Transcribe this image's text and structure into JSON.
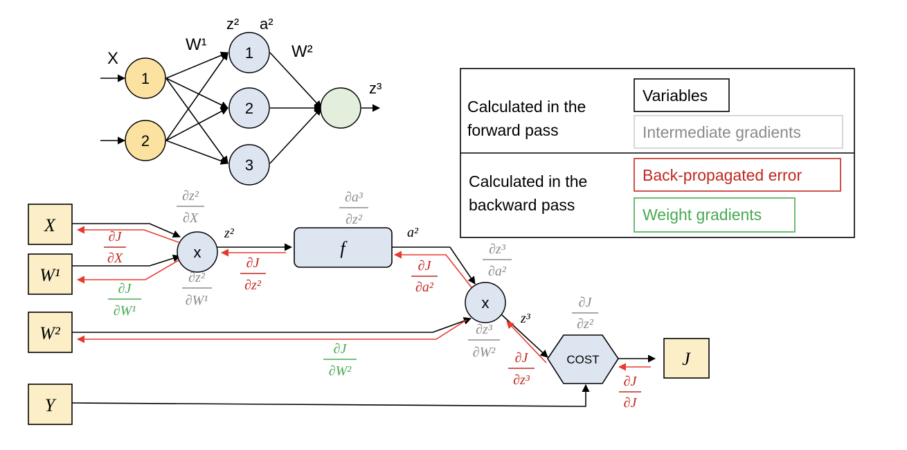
{
  "colors": {
    "yellow_node": "#fbe2a0",
    "blue_node": "#dde5f1",
    "green_node": "#e3eedd",
    "input_box": "#fcefc7",
    "black": "#000000",
    "gray": "#8a8a8a",
    "red": "#c0271f",
    "green": "#48a953",
    "arrow_red": "#e8392c"
  },
  "network": {
    "x_label": "X",
    "w1_label": "W¹",
    "w2_label": "W²",
    "z2_label": "z²",
    "a2_label": "a²",
    "z3_label": "z³",
    "input_nodes": [
      "1",
      "2"
    ],
    "hidden_nodes": [
      "1",
      "2",
      "3"
    ]
  },
  "legend": {
    "forward_label_line1": "Calculated in the",
    "forward_label_line2": "forward pass",
    "backward_label_line1": "Calculated in the",
    "backward_label_line2": "backward pass",
    "variables": "Variables",
    "intermediate": "Intermediate gradients",
    "backprop_error": "Back-propagated error",
    "weight_gradients": "Weight gradients"
  },
  "graph": {
    "inputs": {
      "x": "X",
      "w1": "W¹",
      "w2": "W²",
      "y": "Y",
      "j": "J"
    },
    "mult_symbol": "x",
    "f_label": "f",
    "cost_label": "COST",
    "vars": {
      "z2": "z²",
      "a2": "a²",
      "z3": "z³"
    },
    "fractions": {
      "dz2_dX": {
        "num": "∂z²",
        "den": "∂X"
      },
      "dz2_dW1": {
        "num": "∂z²",
        "den": "∂W¹"
      },
      "da3_dz2": {
        "num": "∂a³",
        "den": "∂z²"
      },
      "dz3_da2": {
        "num": "∂z³",
        "den": "∂a²"
      },
      "dz3_dW2": {
        "num": "∂z³",
        "den": "∂W²"
      },
      "dJ_dz2_gray": {
        "num": "∂J",
        "den": "∂z²"
      },
      "dJ_dX": {
        "num": "∂J",
        "den": "∂X"
      },
      "dJ_dW1": {
        "num": "∂J",
        "den": "∂W¹"
      },
      "dJ_dz2": {
        "num": "∂J",
        "den": "∂z²"
      },
      "dJ_da2": {
        "num": "∂J",
        "den": "∂a²"
      },
      "dJ_dW2": {
        "num": "∂J",
        "den": "∂W²"
      },
      "dJ_dz3": {
        "num": "∂J",
        "den": "∂z³"
      },
      "dJ_dJ": {
        "num": "∂J",
        "den": "∂J"
      }
    }
  }
}
